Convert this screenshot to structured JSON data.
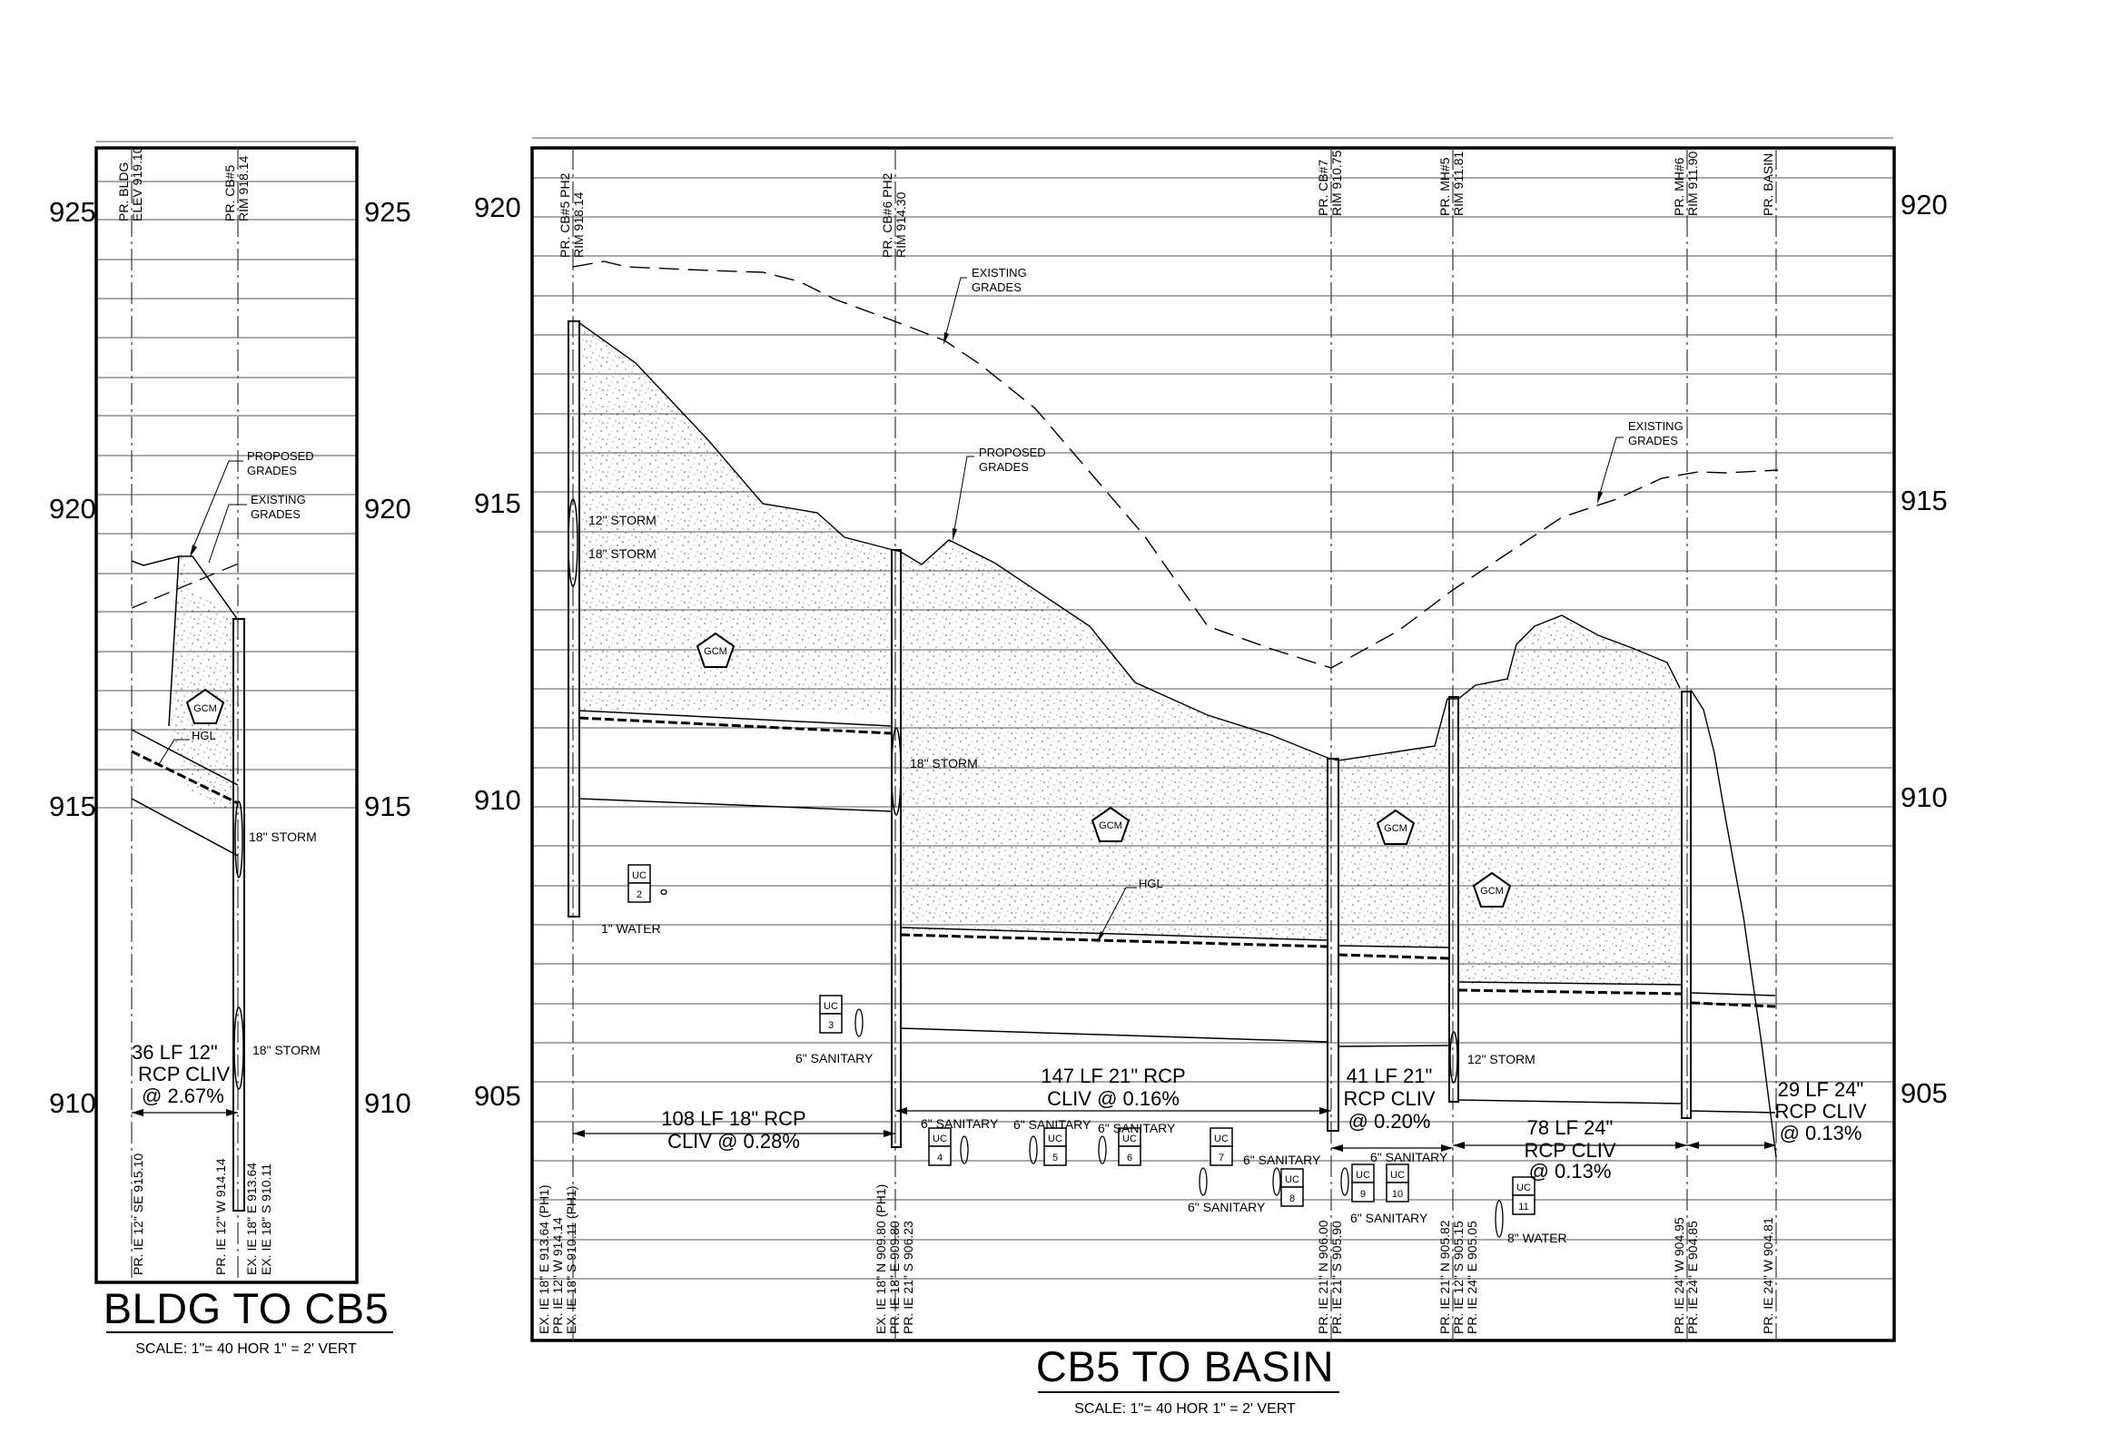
{
  "profile_left": {
    "title": "BLDG TO CB5",
    "scale": "SCALE: 1\"= 40 HOR 1\" = 2' VERT",
    "elevation_labels": [
      "925",
      "920",
      "915",
      "910"
    ],
    "station_labels": [
      {
        "line1": "PR. BLDG",
        "line2": "ELEV 919.10"
      },
      {
        "line1": "PR. CB#5",
        "line2": "RIM 918.14"
      }
    ],
    "invert_labels": [
      {
        "lines": [
          "PR. IE 12\" SE 915.10"
        ]
      },
      {
        "lines": [
          "PR. IE 12\" W 914.14"
        ]
      },
      {
        "lines": [
          "EX. IE 18\" E 913.64",
          "EX. IE 18\" S 910.11"
        ]
      }
    ],
    "callouts": {
      "proposed_grades": [
        "PROPOSED",
        "GRADES"
      ],
      "existing_grades": [
        "EXISTING",
        "GRADES"
      ],
      "hgl": "HGL",
      "gcm": "GCM",
      "storm_upper": "18\" STORM",
      "storm_lower": "18\" STORM"
    },
    "pipe_label": [
      "36 LF 12\"",
      "RCP CLIV",
      "@ 2.67%"
    ]
  },
  "profile_right": {
    "title": "CB5 TO BASIN",
    "scale": "SCALE: 1\"= 40 HOR 1\" = 2' VERT",
    "elevation_labels": [
      "920",
      "915",
      "910",
      "905"
    ],
    "station_labels": [
      {
        "line1": "PR. CB#5 PH2",
        "line2": "RIM 918.14"
      },
      {
        "line1": "PR. CB#6 PH2",
        "line2": "RIM 914.30"
      },
      {
        "line1": "PR. CB#7",
        "line2": "RIM 910.75"
      },
      {
        "line1": "PR. MH#5",
        "line2": "RIM 911.81"
      },
      {
        "line1": "PR. MH#6",
        "line2": "RIM 911.90"
      },
      {
        "line1": "PR. BASIN",
        "line2": ""
      }
    ],
    "invert_labels": [
      {
        "lines": [
          "EX. IE 18\" E 913.64 (PH1)",
          "PR. IE 12\" W 914.14",
          "EX. IE 18\" S 910.11 (PH1)"
        ]
      },
      {
        "lines": [
          "EX. IE 18\" N 909.80 (PH1)",
          "PR. IE 18\" E 909.80",
          "PR. IE 21\" S 906.23"
        ]
      },
      {
        "lines": [
          "PR. IE 21\" N 906.00",
          "PR. IE 21\" S 905.90"
        ]
      },
      {
        "lines": [
          "PR. IE 21\" N 905.82",
          "PR. IE 12\" S 905.15",
          "PR. IE 24\" E 905.05"
        ]
      },
      {
        "lines": [
          "PR. IE 24\" W 904.95",
          "PR. IE 24\" E 904.85"
        ]
      },
      {
        "lines": [
          "PR. IE 24\" W 904.81"
        ]
      }
    ],
    "callouts": {
      "existing_grades": [
        "EXISTING",
        "GRADES"
      ],
      "proposed_grades": [
        "PROPOSED",
        "GRADES"
      ],
      "hgl": "HGL",
      "gcm": "GCM",
      "storm_12": "12\" STORM",
      "storm_18": "18\" STORM",
      "storm_18b": "18\" STORM",
      "storm_12b": "12\" STORM",
      "water_1": "1\" WATER",
      "water_8": "8\" WATER",
      "sanitary": "6\" SANITARY",
      "uc": "UC"
    },
    "utility_numbers": [
      "2",
      "3",
      "4",
      "5",
      "6",
      "7",
      "8",
      "9",
      "10",
      "11"
    ],
    "pipe_labels": [
      [
        "108 LF 18\" RCP",
        "CLIV @ 0.28%"
      ],
      [
        "147 LF 21\" RCP",
        "CLIV @ 0.16%"
      ],
      [
        "41 LF 21\"",
        "RCP CLIV",
        "@ 0.20%"
      ],
      [
        "78 LF 24\"",
        "RCP CLIV",
        "@ 0.13%"
      ],
      [
        "29 LF 24\"",
        "RCP CLIV",
        "@ 0.13%"
      ]
    ]
  }
}
